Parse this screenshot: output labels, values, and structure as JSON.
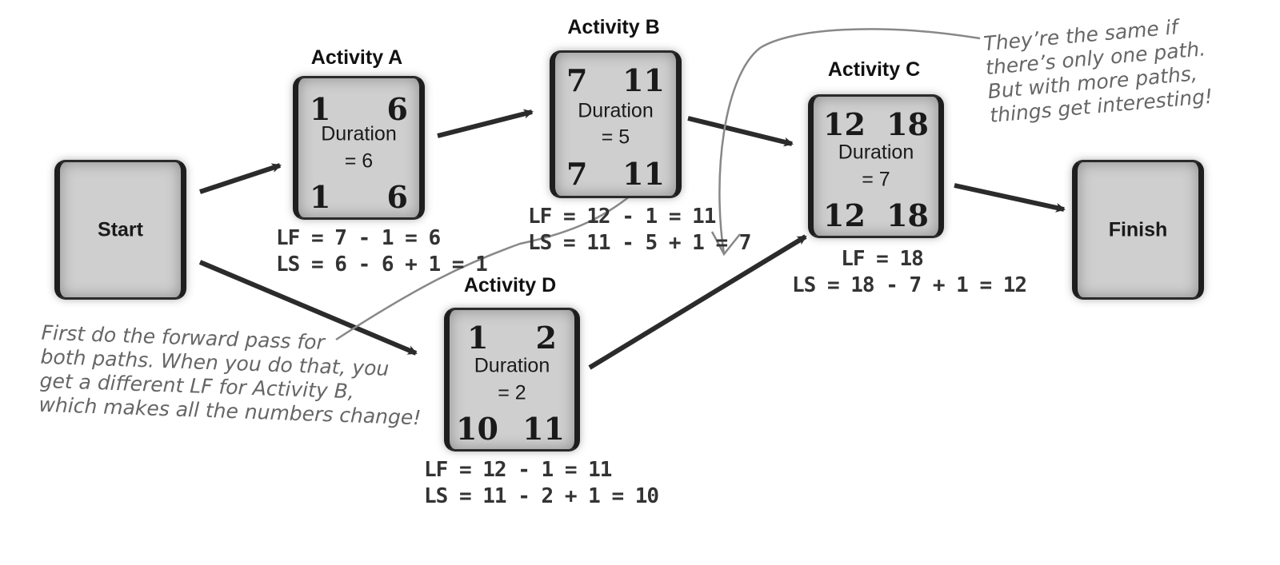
{
  "start_label": "Start",
  "finish_label": "Finish",
  "activities": {
    "a": {
      "title": "Activity A",
      "es": "1",
      "ef": "6",
      "ls": "1",
      "lf": "6",
      "duration_line1": "Duration",
      "duration_line2": "= 6",
      "lf_formula": "LF = 7 - 1 = 6",
      "ls_formula": "LS = 6 - 6 + 1 = 1"
    },
    "b": {
      "title": "Activity B",
      "es": "7",
      "ef": "11",
      "ls": "7",
      "lf": "11",
      "duration_line1": "Duration",
      "duration_line2": "= 5",
      "lf_formula": "LF = 12 - 1 = 11",
      "ls_formula": "LS = 11 - 5 + 1 = 7"
    },
    "c": {
      "title": "Activity C",
      "es": "12",
      "ef": "18",
      "ls": "12",
      "lf": "18",
      "duration_line1": "Duration",
      "duration_line2": "= 7",
      "lf_formula": "LF = 18",
      "ls_formula": "LS = 18 - 7 + 1 = 12"
    },
    "d": {
      "title": "Activity D",
      "es": "1",
      "ef": "2",
      "ls": "10",
      "lf": "11",
      "duration_line1": "Duration",
      "duration_line2": "= 2",
      "lf_formula": "LF = 12 - 1 = 11",
      "ls_formula": "LS = 11 - 2 + 1 = 10"
    }
  },
  "notes": {
    "left": [
      "First do the forward pass for",
      "both paths. When you do that, you",
      "get a different LF for Activity B,",
      "which makes all the numbers change!"
    ],
    "right": [
      "They’re the same if",
      "there’s only one path.",
      "But with more paths,",
      "things get interesting!"
    ]
  }
}
